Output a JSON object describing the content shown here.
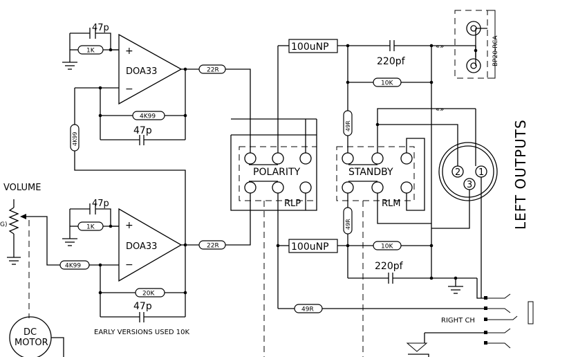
{
  "opamps": {
    "top_label": "DOA33",
    "bottom_label": "DOA33",
    "plus_sign": "+",
    "minus_sign": "−"
  },
  "components": {
    "top_cap_47p_a": "47p",
    "top_res_1k": "1K",
    "top_out_res": "22R",
    "top_fb_res": "4K99",
    "top_fb_cap": "47p",
    "link_res": "4K99",
    "bot_cap_47p_a": "47p",
    "bot_res_1k": "1K",
    "bot_out_res": "22R",
    "bot_in_res": "4K99",
    "bot_fb_res": "20K",
    "bot_fb_cap": "47p",
    "early_note": "EARLY VERSIONS USED 10K",
    "top_cap_100u": "100uNP",
    "top_cap_220pf": "220pf",
    "top_res_10k": "10K",
    "top_res_49r": "49R",
    "bot_cap_100u": "100uNP",
    "bot_res_10k": "10K",
    "bot_cap_220pf": "220pf",
    "bot_res_49r": "49R",
    "out_res_49r": "49R"
  },
  "relays": {
    "polarity": "POLARITY",
    "polarity_ref": "RLP",
    "standby": "STANDBY",
    "standby_ref": "RLM"
  },
  "connectors": {
    "rca": "BP20-RCA",
    "xlr_pins": [
      "1",
      "2",
      "3"
    ],
    "outputs_label": "LEFT OUTPUTS",
    "right_ch": "RIGHT CH"
  },
  "volume": {
    "label": "VOLUME",
    "partial": "G)"
  },
  "motor": {
    "line1": "DC",
    "line2": "MOTOR"
  }
}
